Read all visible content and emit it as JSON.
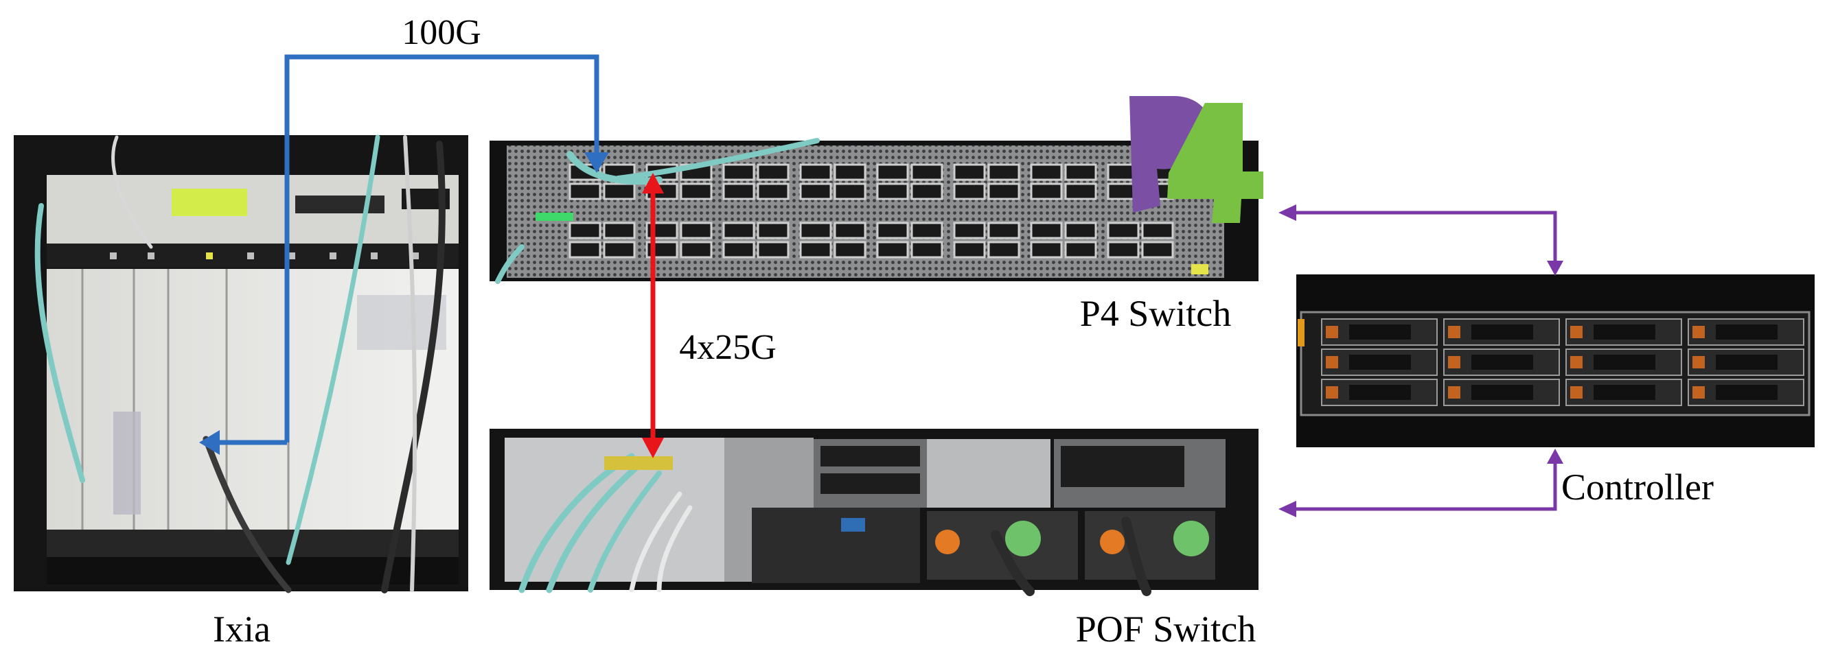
{
  "labels": {
    "ixia": "Ixia",
    "p4_switch": "P4 Switch",
    "pof_switch": "POF Switch",
    "controller": "Controller",
    "link_100g": "100G",
    "link_4x25g": "4x25G"
  },
  "colors": {
    "link_100g": "#2e6fc2",
    "link_4x25g": "#e8161b",
    "control_links": "#7a37a8",
    "p4_logo_purple": "#7b4fa3",
    "p4_logo_green": "#78c142",
    "cable_aqua": "#7fcbc4",
    "chassis_white": "#e8e8e6",
    "rack_black": "#151515"
  },
  "icons": {
    "p4_logo": "p4-logo"
  }
}
